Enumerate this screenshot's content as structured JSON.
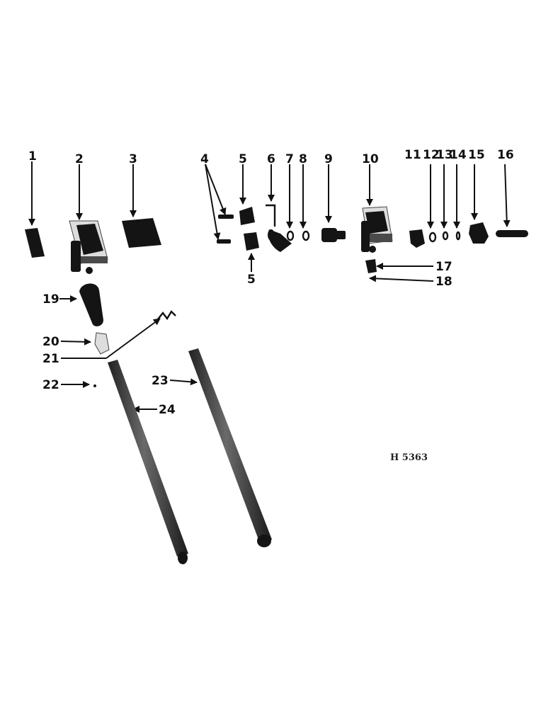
{
  "figure_code": "H 5363",
  "callouts": {
    "c1": "1",
    "c2": "2",
    "c3": "3",
    "c4": "4",
    "c5a": "5",
    "c5b": "5",
    "c6": "6",
    "c7": "7",
    "c8": "8",
    "c9": "9",
    "c10": "10",
    "c11": "11",
    "c12": "12",
    "c13": "13",
    "c14": "14",
    "c15": "15",
    "c16": "16",
    "c17": "17",
    "c18": "18",
    "c19": "19",
    "c20": "20",
    "c21": "21",
    "c22": "22",
    "c23": "23",
    "c24": "24"
  }
}
